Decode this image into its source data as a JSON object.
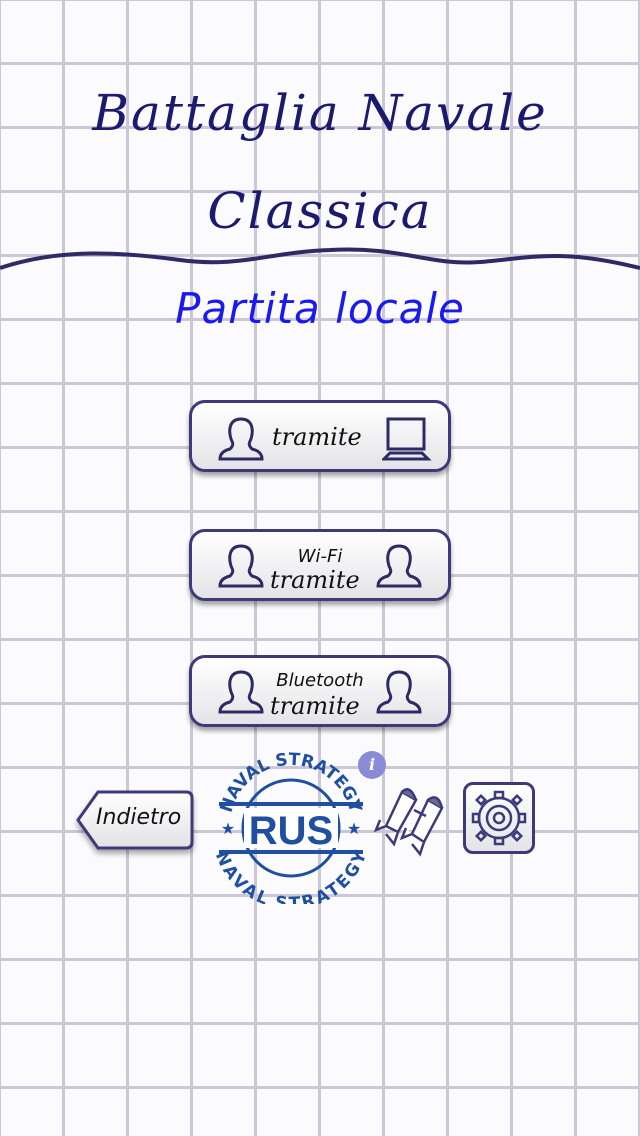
{
  "header": {
    "title_line1": "Battaglia Navale",
    "title_line2": "Classica",
    "subtitle": "Partita locale"
  },
  "modes": [
    {
      "label": "tramite",
      "icon_left": "person-icon",
      "icon_right": "computer-icon"
    },
    {
      "top_label": "Wi-Fi",
      "label": "tramite",
      "icon_left": "person-icon",
      "icon_right": "person-icon"
    },
    {
      "top_label": "Bluetooth",
      "label": "tramite",
      "icon_left": "person-icon",
      "icon_right": "person-icon"
    }
  ],
  "footer": {
    "back_label": "Indietro",
    "logo_top": "NAVAL STRATEGY",
    "logo_center": "RUS",
    "logo_bottom": "NAVAL STRATEGY",
    "info": "i"
  },
  "colors": {
    "title": "#1c1a6e",
    "subtitle": "#1a1aee",
    "logo": "#1f4fa0",
    "border": "#3c3a78"
  }
}
